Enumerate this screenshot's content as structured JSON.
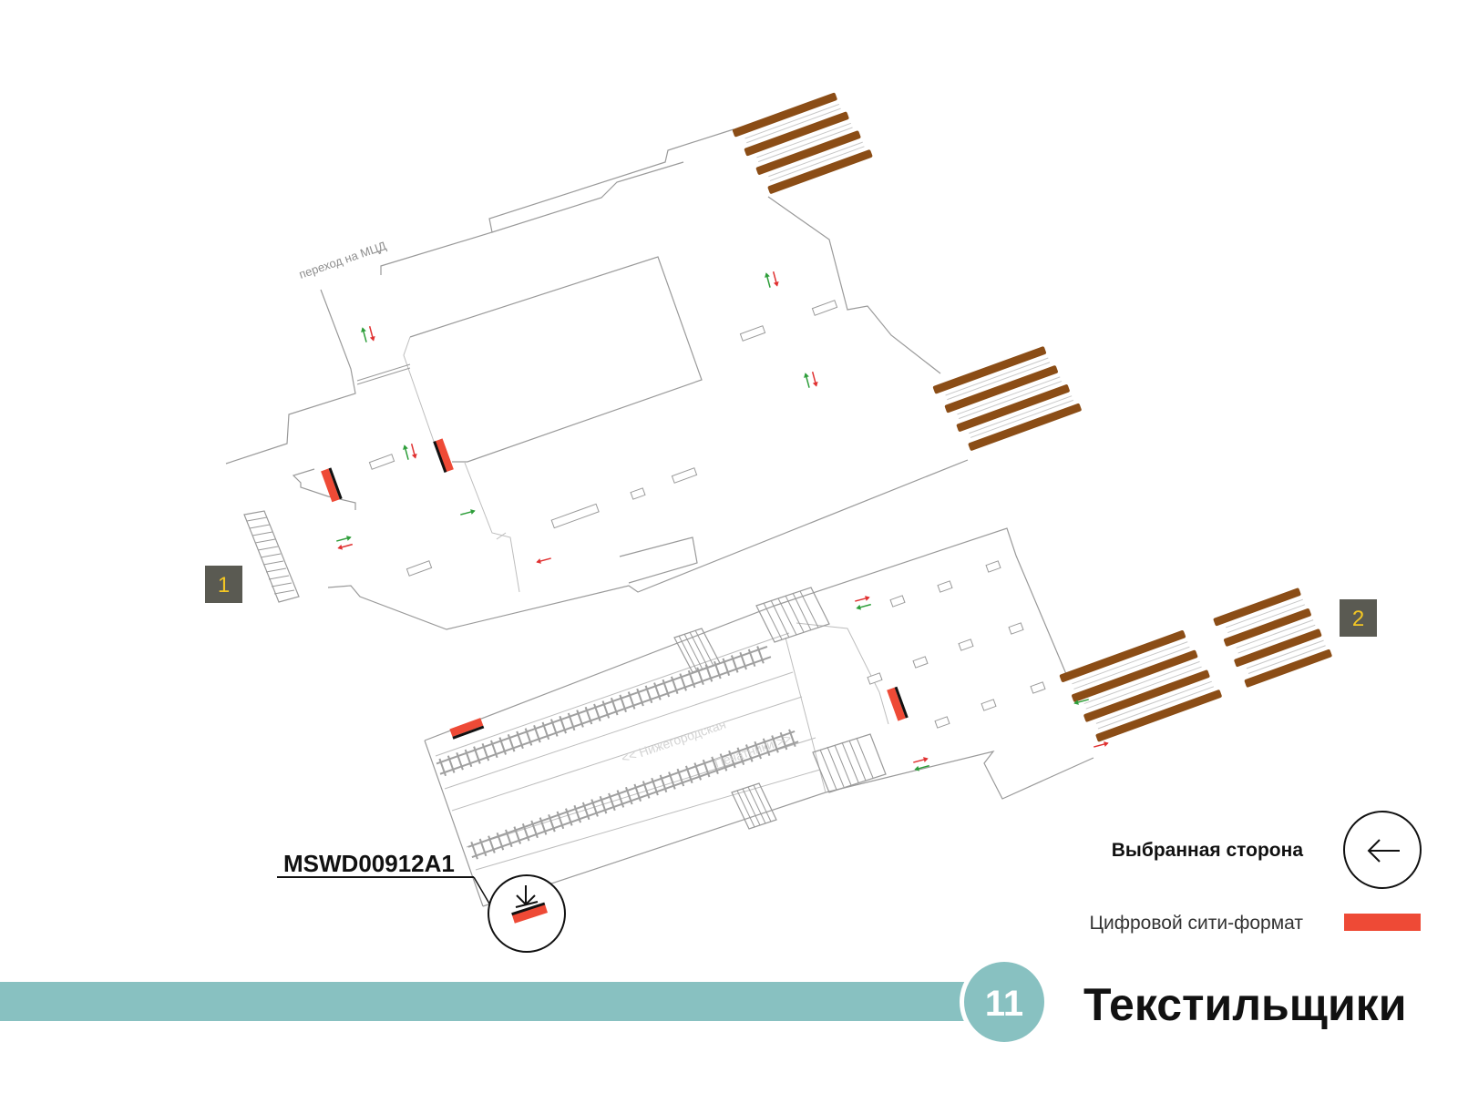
{
  "station": {
    "name": "Текстильщики",
    "line_number": "11",
    "line_color": "#88c1c1"
  },
  "labels": {
    "transfer": "переход на МЦД",
    "platform_left": "<< Нижегородская",
    "platform_right": "Печатники >>",
    "surface_code": "MSWD00912A1"
  },
  "exits": [
    {
      "number": "1"
    },
    {
      "number": "2"
    }
  ],
  "legend": {
    "selected_side": "Выбранная сторона",
    "digital_city_format": "Цифровой сити-формат"
  },
  "colors": {
    "ad_surface": "#ee4a36",
    "escalator": "#8b4d16",
    "arrow_in": "#2e9e3a",
    "arrow_out": "#e03030",
    "exit_box": "#5a5a52",
    "exit_number": "#f3c623"
  },
  "icons": {
    "selected_side": "arrow-left-icon",
    "surface_marker": "arrow-down-to-line-icon"
  }
}
